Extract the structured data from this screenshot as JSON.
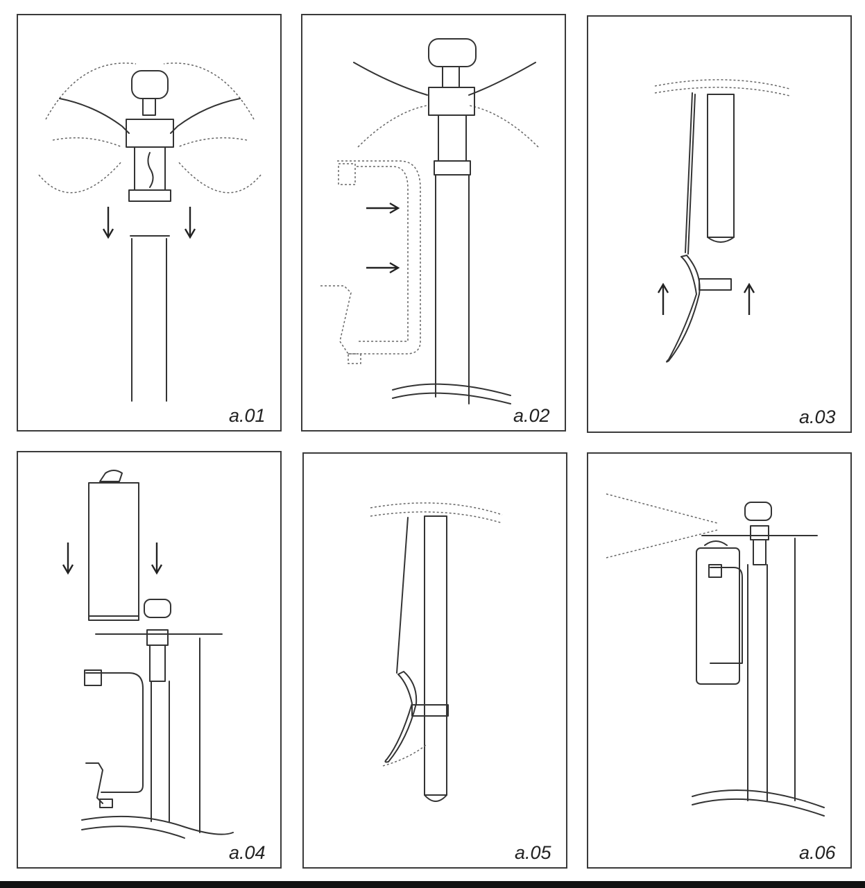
{
  "panels": [
    {
      "label": "a.01"
    },
    {
      "label": "a.02"
    },
    {
      "label": "a.03"
    },
    {
      "label": "a.04"
    },
    {
      "label": "a.05"
    },
    {
      "label": "a.06"
    }
  ]
}
